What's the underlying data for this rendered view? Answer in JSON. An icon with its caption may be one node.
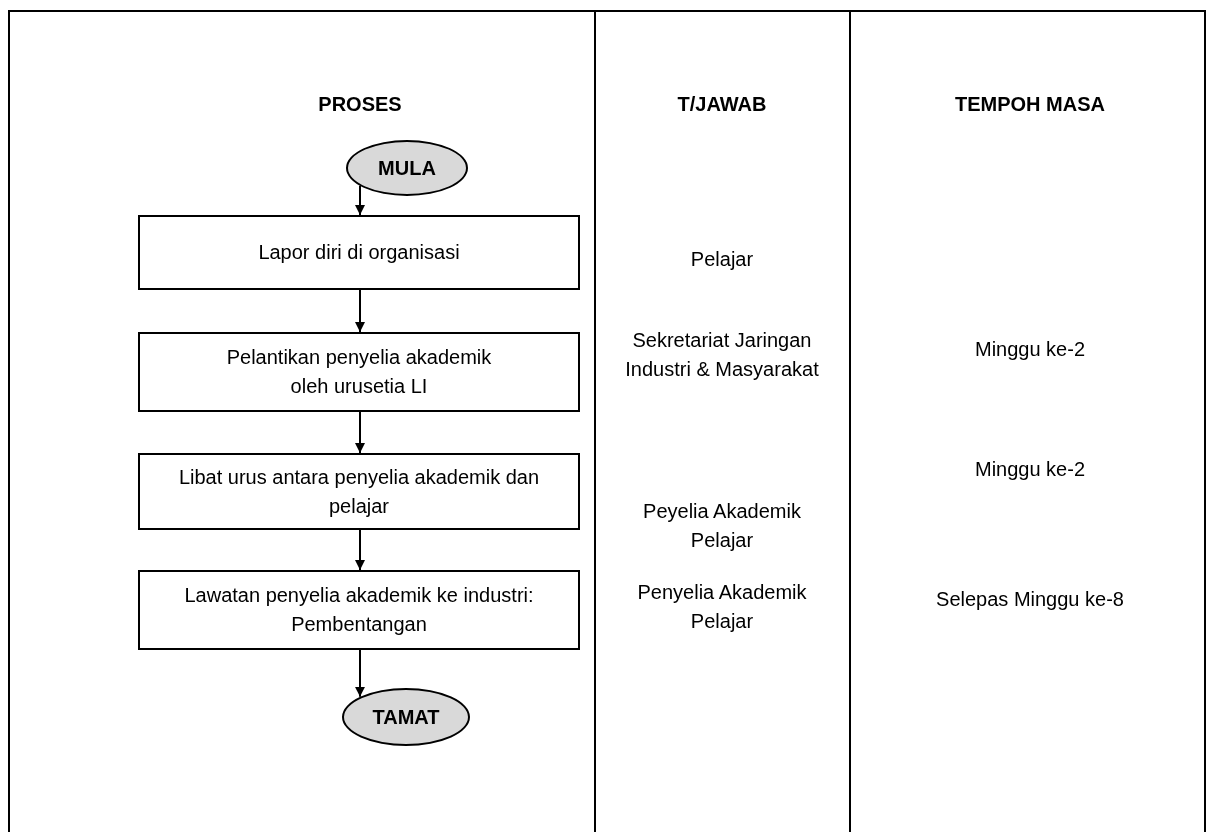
{
  "diagram": {
    "nodes": [
      {
        "text": [
          "MULA"
        ]
      },
      {
        "text": [
          "Lapor diri di organisasi"
        ]
      },
      {
        "text": [
          "Pelantikan penyelia akademik oleh urusetia LI"
        ]
      },
      {
        "text": [
          "Libat urus antara penyelia akademik dan pelajar"
        ]
      },
      {
        "text": [
          "Lawatan penyelia akademik ke industri: Pembentangan"
        ]
      },
      {
        "text": [
          "TAMAT"
        ]
      }
    ],
    "edges": [
      {
        "from": 0,
        "to": 1,
        "arrow": "to"
      },
      {
        "from": 1,
        "to": 2,
        "arrow": "to"
      },
      {
        "from": 2,
        "to": 3,
        "arrow": "to"
      },
      {
        "from": 3,
        "to": 4,
        "arrow": "to"
      },
      {
        "from": 4,
        "to": 5,
        "arrow": "to"
      }
    ],
    "labels": [
      "PROSES",
      "T/JAWAB",
      "TEMPOH MASA",
      "Pelajar",
      "Sekretariat Jaringan Industri & Masyarakat",
      "Minggu ke-2",
      "Minggu ke-2",
      "Peyelia Akademik Pelajar",
      "Penyelia Akademik Pelajar",
      "Selepas Minggu ke-8"
    ]
  }
}
